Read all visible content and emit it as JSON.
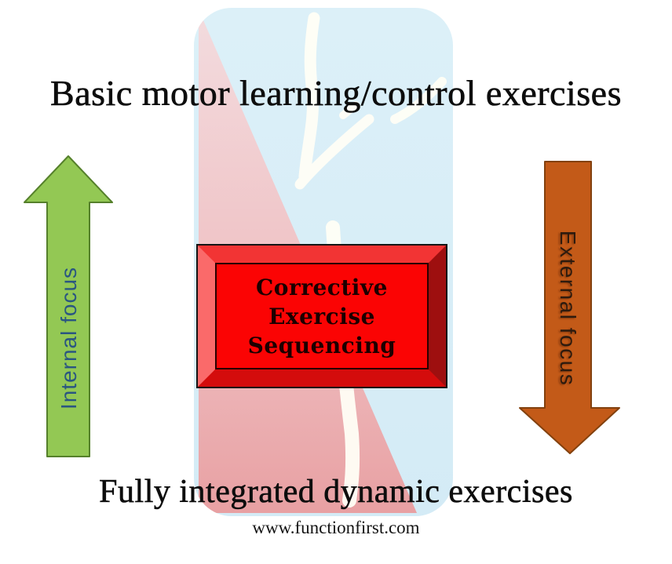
{
  "diagram": {
    "top_label": "Basic motor learning/control exercises",
    "bottom_label": "Fully integrated dynamic exercises",
    "footer_url": "www.functionfirst.com",
    "left_arrow": {
      "label": "Internal focus",
      "direction": "up",
      "fill_color": "#93c854",
      "outline_color": "#55802b",
      "label_color": "#2a5681"
    },
    "right_arrow": {
      "label": "External focus",
      "direction": "down",
      "fill_color": "#c35a18",
      "outline_color": "#83410e",
      "label_color": "#2e1b0e"
    },
    "center_box": {
      "lines": [
        "Corrective",
        "Exercise",
        "Sequencing"
      ],
      "face_color": "#fb0404",
      "bevel_top": "#f23434",
      "bevel_left": "#fa6a6a",
      "bevel_right": "#9e0f0f",
      "bevel_bottom": "#d40c0c",
      "text_color": "#1c0000"
    },
    "watermark": {
      "name": "function-first-logo",
      "blue": "#d9eef7",
      "pink_top": "#f7d8da",
      "red_bottom": "#e99c9e"
    }
  }
}
